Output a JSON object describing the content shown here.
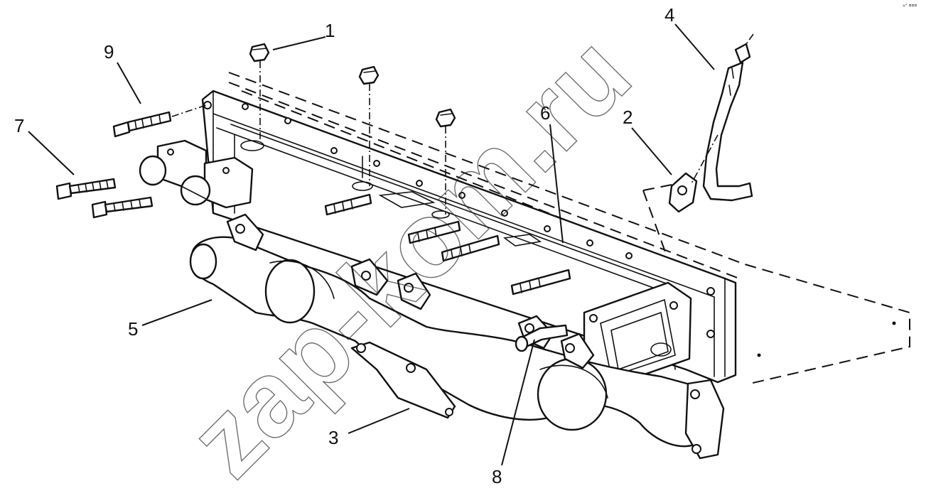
{
  "watermark": "zap-kom.ru",
  "corner_mark": "»° ¤¤¤",
  "callouts": [
    {
      "id": "1",
      "label": "1"
    },
    {
      "id": "2",
      "label": "2"
    },
    {
      "id": "3",
      "label": "3"
    },
    {
      "id": "4",
      "label": "4"
    },
    {
      "id": "5",
      "label": "5"
    },
    {
      "id": "6",
      "label": "6"
    },
    {
      "id": "7",
      "label": "7"
    },
    {
      "id": "8",
      "label": "8"
    },
    {
      "id": "9",
      "label": "9"
    }
  ]
}
